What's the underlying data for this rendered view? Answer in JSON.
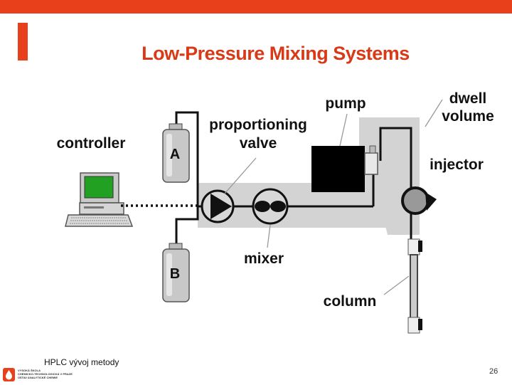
{
  "slide": {
    "title": "Low-Pressure Mixing Systems",
    "footer": "HPLC vývoj metody",
    "page_number": "26",
    "logo_text": [
      "VYSOKÁ ŠKOLA",
      "CHEMICKO-TECHNOLOGICKÁ V PRAZE",
      "ÚSTAV ANALYTICKÉ CHEMIE"
    ]
  },
  "diagram": {
    "labels": {
      "controller": "controller",
      "pump": "pump",
      "dwell_line1": "dwell",
      "dwell_line2": "volume",
      "proportioning_line1": "proportioning",
      "proportioning_line2": "valve",
      "injector": "injector",
      "mixer": "mixer",
      "column": "column",
      "bottle_a": "A",
      "bottle_b": "B"
    }
  },
  "colors": {
    "accent": "#e8401a",
    "title": "#d83a18",
    "dwell_band": "#d3d3d3",
    "screen": "#22a022",
    "pump_body": "#000000"
  }
}
